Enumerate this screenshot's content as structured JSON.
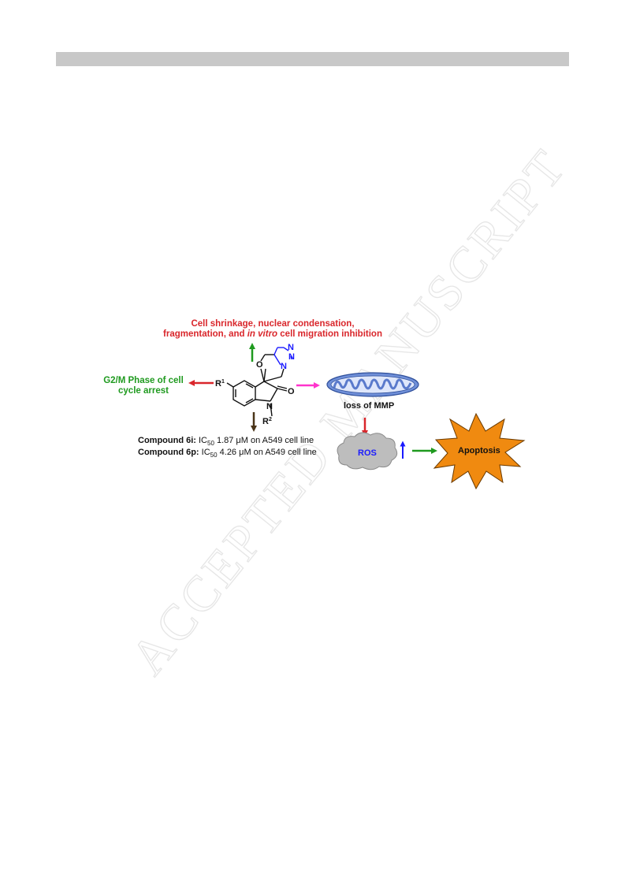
{
  "header": {
    "bar_color": "#c8c8c8"
  },
  "watermark": {
    "text": "ACCEPTED MANUSCRIPT"
  },
  "diagram": {
    "effects_title_part1": "Cell shrinkage, nuclear condensation,",
    "effects_title_part2": "fragmentation, and ",
    "effects_title_italic": "in vitro",
    "effects_title_part3": " cell migration inhibition",
    "cell_cycle_line1": "G2/M Phase of cell",
    "cell_cycle_line2": "cycle arrest",
    "compound_6i_name": "Compound 6i:",
    "compound_6i_ic": "IC",
    "compound_6i_sub": "50",
    "compound_6i_value": "1.87 μM on A549 cell line",
    "compound_6p_name": "Compound 6p:",
    "compound_6p_ic": "IC",
    "compound_6p_sub": "50",
    "compound_6p_value": "4.26 μM on A549 cell line",
    "mmp_label": "loss of MMP",
    "ros_label": "ROS",
    "apoptosis_label": "Apoptosis",
    "structure": {
      "r1": "R",
      "r1_sup": "1",
      "r2": "R",
      "r2_sup": "2",
      "atom_o_ring": "O",
      "atom_o_carbonyl": "O",
      "atom_n_indole": "N",
      "atom_n1": "N",
      "atom_n2": "N",
      "atom_n3": "N"
    },
    "colors": {
      "red": "#d9262b",
      "green": "#1f9a1f",
      "magenta": "#ff33cc",
      "blue": "#1a1aff",
      "brown": "#4a3418",
      "mito_fill": "#6f8fd8",
      "cloud_fill": "#bdbdbd",
      "star_fill": "#f08a10"
    }
  }
}
